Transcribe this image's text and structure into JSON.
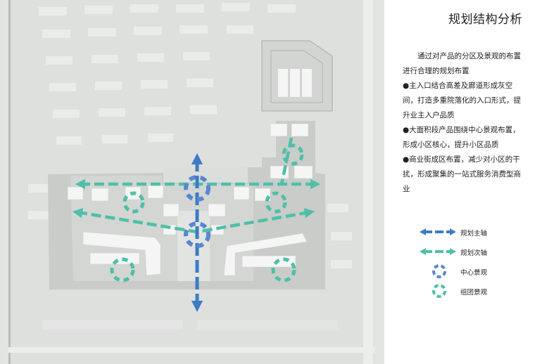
{
  "title": "规划结构分析",
  "intro": "通过对产品的分区及景观的布置进行合理的规划布置",
  "points": [
    "●主入口结合高差及廊道形成灰空间，打造多重院落化的入口形式，提升业主入户品质",
    "●大面积段产品围绕中心景观布置，形成小区核心，提升小区品质",
    "●商业街成区布置，减少对小区的干扰，形成聚集的一站式服务消费型商业"
  ],
  "legend": [
    {
      "label": "规划主轴",
      "icon": "main-axis-arrow-icon",
      "color": "#3d7bc4"
    },
    {
      "label": "规划次轴",
      "icon": "secondary-axis-arrow-icon",
      "color": "#4fbfa8"
    },
    {
      "label": "中心景观",
      "icon": "central-landscape-icon",
      "color": "#5a86cf"
    },
    {
      "label": "组团景观",
      "icon": "cluster-landscape-icon",
      "color": "#4fbfa8"
    }
  ],
  "colors": {
    "main_axis": "#3d7bc4",
    "secondary_axis": "#4fbfa8",
    "site_background": "#dcdfdc",
    "site_block": "#c9ccc9",
    "building": "#f4f5f4"
  }
}
